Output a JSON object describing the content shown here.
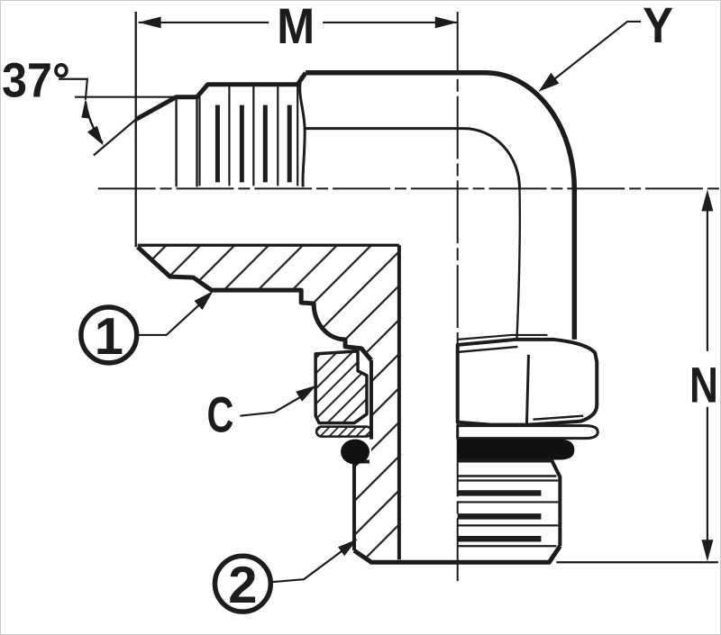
{
  "drawing": {
    "labels": {
      "angle": "37°",
      "dim_m": "M",
      "ref_y": "Y",
      "dim_n": "N",
      "ref_c": "C",
      "callout_1": "1",
      "callout_2": "2"
    },
    "colors": {
      "line": "#1c1c1c",
      "background": "#ffffff",
      "oring_fill": "#111111"
    }
  }
}
